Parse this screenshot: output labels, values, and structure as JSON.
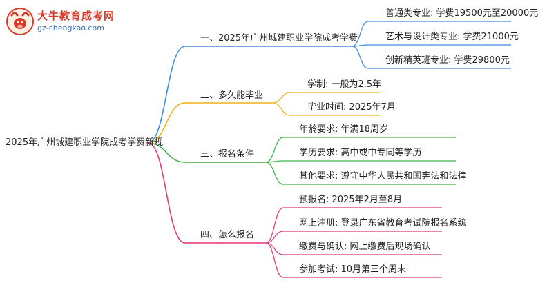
{
  "logo": {
    "title": "大牛教育成考网",
    "url": "gz-chengkao.com",
    "icon": "bull-mascot-icon"
  },
  "root": "2025年广州城建职业学院成考学费新规",
  "colors": {
    "branch1": "#3f8de0",
    "branch2": "#f0b21a",
    "branch3": "#3cb54a",
    "branch4": "#e8377a"
  },
  "branches": [
    {
      "label": "一、2025年广州城建职业学院成考学费",
      "children": [
        "普通类专业: 学费19500元至20000元",
        "艺术与设计类专业: 学费21000元",
        "创新精英班专业: 学费29800元"
      ]
    },
    {
      "label": "二、多久能毕业",
      "children": [
        "学制: 一般为2.5年",
        "毕业时间: 2025年7月"
      ]
    },
    {
      "label": "三、报名条件",
      "children": [
        "年龄要求: 年满18周岁",
        "学历要求: 高中或中专同等学历",
        "其他要求: 遵守中华人民共和国宪法和法律"
      ]
    },
    {
      "label": "四、怎么报名",
      "children": [
        "预报名: 2025年2月至8月",
        "网上注册: 登录广东省教育考试院报名系统",
        "缴费与确认: 网上缴费后现场确认",
        "参加考试: 10月第三个周末"
      ]
    }
  ]
}
